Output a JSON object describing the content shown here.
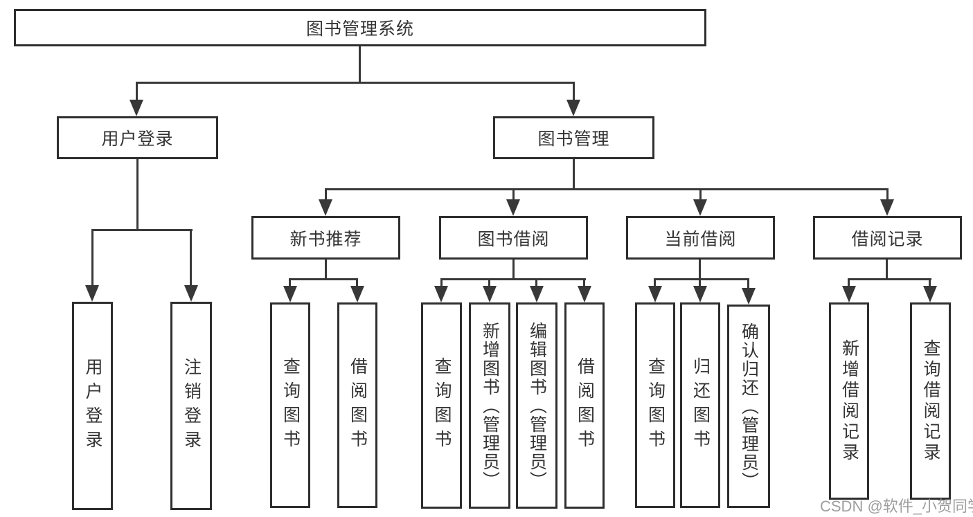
{
  "diagram": {
    "root": {
      "label": "图书管理系统"
    },
    "level2": [
      {
        "label": "用户登录"
      },
      {
        "label": "图书管理"
      }
    ],
    "level3": [
      {
        "label": "新书推荐"
      },
      {
        "label": "图书借阅"
      },
      {
        "label": "当前借阅"
      },
      {
        "label": "借阅记录"
      }
    ],
    "leaves": {
      "user_login": [
        "用户登录",
        "注销登录"
      ],
      "new_book": [
        "查询图书",
        "借阅图书"
      ],
      "book_borrow": [
        "查询图书",
        "新增图书（管理员）",
        "编辑图书（管理员）",
        "借阅图书"
      ],
      "current_borrow": [
        "查询图书",
        "归还图书",
        "确认归还（管理员）"
      ],
      "borrow_records": [
        "新增借阅记录",
        "查询借阅记录"
      ]
    }
  },
  "watermark": {
    "label": "CSDN @软件_小贺同学"
  },
  "colors": {
    "background": "#ffffff",
    "node_border": "#2e2e2e",
    "connector": "#383838",
    "text": "#333333",
    "watermark_text": "#979797"
  }
}
